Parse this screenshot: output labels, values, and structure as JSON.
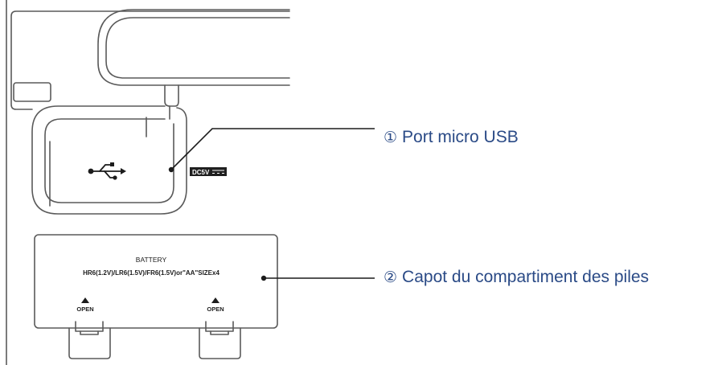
{
  "colors": {
    "outline": "#5a5a5a",
    "leader_line": "#1c1c1c",
    "label_text": "#2a4a86",
    "badge_bg": "#1f1f1f",
    "badge_text": "#ffffff"
  },
  "port_badge": {
    "text": "DC5V",
    "icon": "dc-current-symbol"
  },
  "usb_symbol": {
    "icon": "usb-icon"
  },
  "battery_cover": {
    "title": "BATTERY",
    "spec": "HR6(1.2V)/LR6(1.5V)/FR6(1.5V)or\"AA\"SIZEx4",
    "open_left": "OPEN",
    "open_right": "OPEN",
    "arrow_icon": "triangle-up-icon"
  },
  "callouts": [
    {
      "number": "①",
      "label": "Port micro USB"
    },
    {
      "number": "②",
      "label": "Capot du compartiment des piles"
    }
  ]
}
